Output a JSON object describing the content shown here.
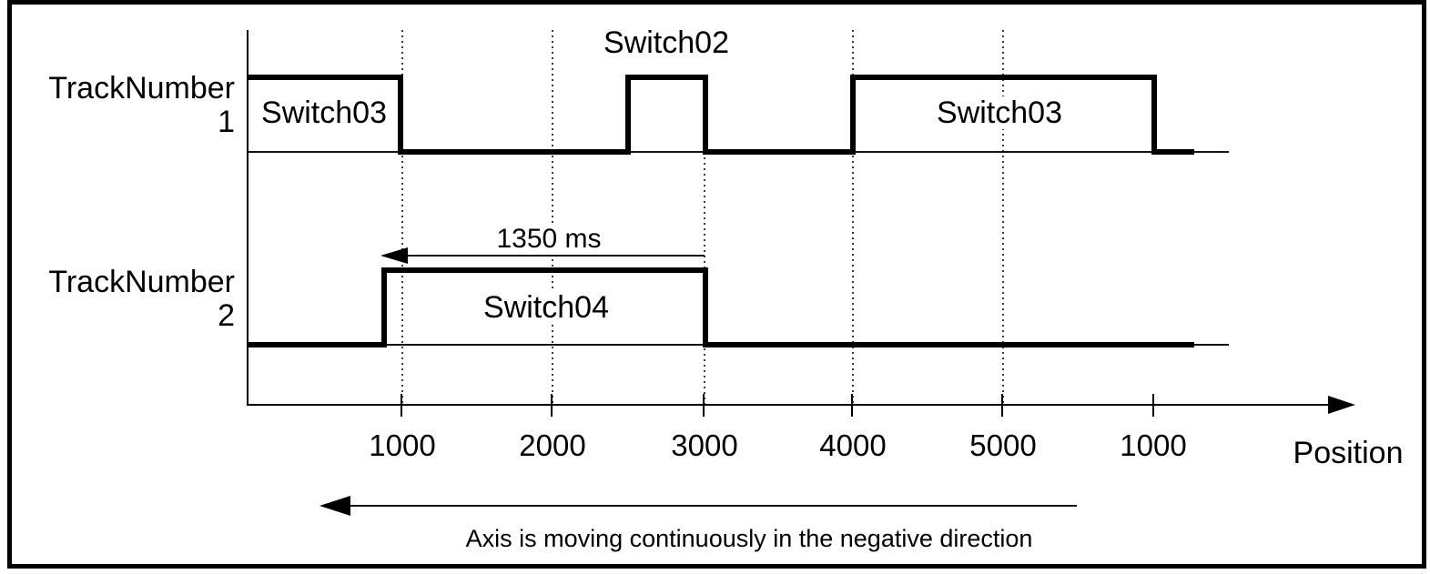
{
  "tracks": [
    {
      "name_line1": "TrackNumber",
      "name_line2": "1",
      "switches": [
        {
          "label": "Switch03"
        },
        {
          "label": "Switch02"
        },
        {
          "label": "Switch03"
        }
      ]
    },
    {
      "name_line1": "TrackNumber",
      "name_line2": "2",
      "switches": [
        {
          "label": "Switch04"
        }
      ]
    }
  ],
  "axis": {
    "label": "Position",
    "tick_labels": [
      "1000",
      "2000",
      "3000",
      "4000",
      "5000",
      "1000"
    ]
  },
  "annotations": {
    "duration_label": "1350 ms",
    "direction_note": "Axis is moving continuously in the negative direction"
  },
  "chart_data": {
    "type": "timing",
    "x_axis": {
      "label": "Position",
      "ticks": [
        "1000",
        "2000",
        "3000",
        "4000",
        "5000",
        "1000"
      ],
      "note": "last tick label wraps back to 1000 (modulo axis)"
    },
    "signals": [
      {
        "name": "TrackNumber 1",
        "high_intervals": [
          {
            "label": "Switch03",
            "start": "axis origin",
            "end": 1000
          },
          {
            "label": "Switch02",
            "start": 2500,
            "end": 3000
          },
          {
            "label": "Switch03",
            "start": 4000,
            "end": "1000 (wrapped)"
          }
        ]
      },
      {
        "name": "TrackNumber 2",
        "high_intervals": [
          {
            "label": "Switch04",
            "start": 900,
            "end": 3000,
            "duration_annotation": "1350 ms"
          }
        ]
      }
    ],
    "annotation": "Axis is moving continuously in the negative direction"
  }
}
